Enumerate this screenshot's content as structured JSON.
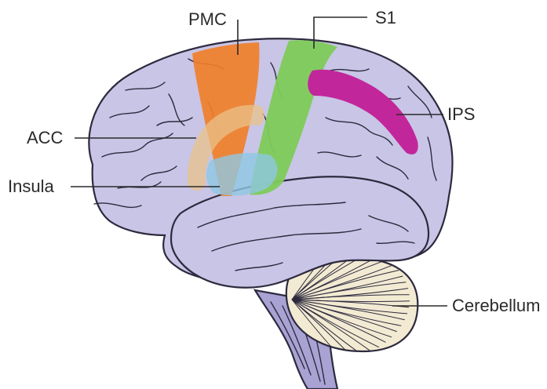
{
  "labels": {
    "pmc": "PMC",
    "s1": "S1",
    "ips": "IPS",
    "acc": "ACC",
    "insula": "Insula",
    "cerebellum": "Cerebellum"
  },
  "colors": {
    "brain": "#c9c5e6",
    "outline": "#2d2a3e",
    "pmc": "#f07f2a",
    "s1": "#7ecb5a",
    "ips": "#c2269b",
    "acc": "#e9c28a",
    "insula": "#8ec7e2",
    "cerebellum": "#f2ead2",
    "brainstem": "#a9a3d4"
  }
}
